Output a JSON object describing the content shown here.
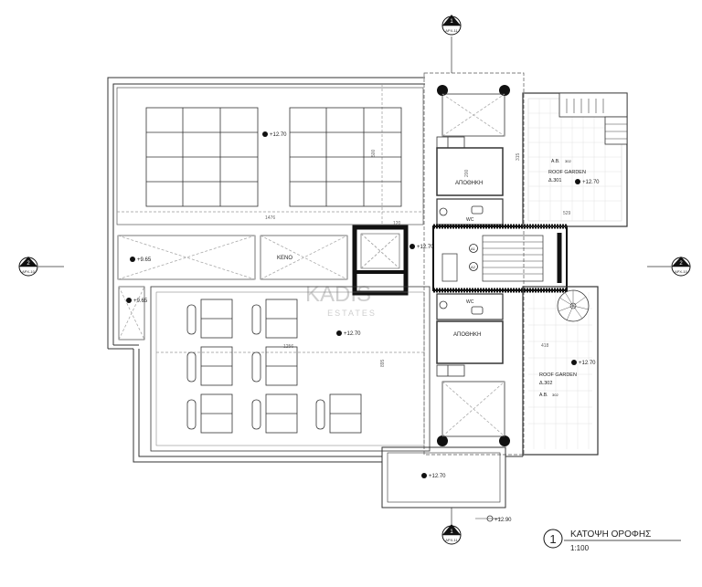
{
  "sheet": {
    "title": "ΚΑΤΟΨΗ ΟΡΟΦΗΣ",
    "scale": "1:100",
    "drawing_number": "1"
  },
  "watermark": {
    "brand": "KADIS",
    "sub": "ESTATES"
  },
  "section_markers": {
    "top": {
      "number": "1",
      "ref": "APX-11"
    },
    "bottom": {
      "number": "1",
      "ref": "APX-11"
    },
    "left": {
      "number": "2",
      "ref": "APX-10"
    },
    "right": {
      "number": "2",
      "ref": "APX-10"
    }
  },
  "levels": {
    "roof_upper_left": "+12.70",
    "void_left": "+9.65",
    "small_left": "+9.65",
    "core": "+12.70",
    "roof_lower_left": "+12.70",
    "roof_garden_301": "+12.70",
    "roof_garden_302": "+12.70",
    "balcony": "+12.70",
    "parapet": "+12.90"
  },
  "rooms": {
    "void": "ΚΕΝΟ",
    "storage_top": "ΑΠΟΘΗΚΗ",
    "storage_bottom": "ΑΠΟΘΗΚΗ",
    "wc_top": "WC",
    "wc_bottom": "WC",
    "garden_301": {
      "ab": "A.B.",
      "ab_num": "302",
      "name": "ROOF GARDEN",
      "code": "Δ.301"
    },
    "garden_302": {
      "ab": "A.B.",
      "ab_num": "302",
      "name": "ROOF GARDEN",
      "code": "Δ.302"
    }
  },
  "core_markers": {
    "a": "A1",
    "b": "A2"
  },
  "dimensions": {
    "upper_width": "1476",
    "lower_width": "1256",
    "upper_depth": "500",
    "lower_depth": "895",
    "garden_top_width": "529",
    "garden_bottom_width": "418",
    "dim_a": "120",
    "dim_b": "200",
    "dim_c": "315"
  }
}
